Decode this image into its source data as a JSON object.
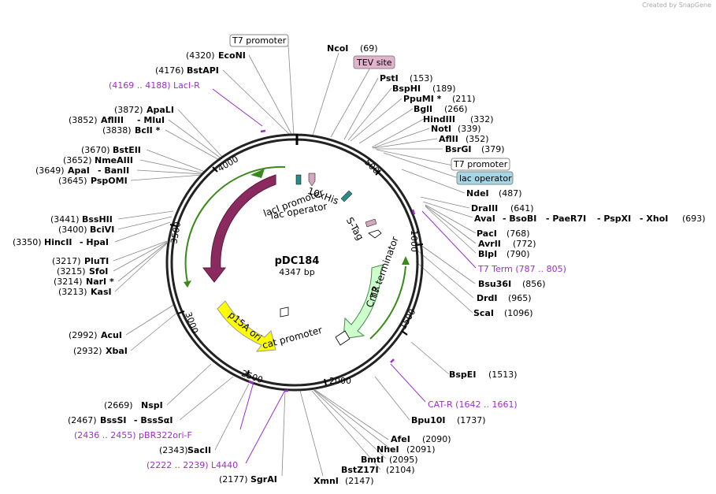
{
  "credit": {
    "created_by": "Created by",
    "brand": "SnapGene"
  },
  "plasmid": {
    "name": "pDC184",
    "size": "4347 bp"
  },
  "ticks": [
    "500",
    "1000",
    "1500",
    "2000",
    "2500",
    "3000",
    "3500",
    "4000"
  ],
  "features": {
    "lacI": "lacI",
    "lacI_promoter": "lacI promoter",
    "lac_operator": "lac operator",
    "his": "10xHis",
    "stag": "S-Tag",
    "t7term": "T7 terminator",
    "cmr": "CmR",
    "cat_promoter": "cat promoter",
    "p15a": "p15A ori"
  },
  "labels": {
    "t7promoter_top": "T7 promoter",
    "ecoNI": "EcoNI",
    "ecoNI_pos": "(4320)",
    "bstAPI": "BstAPI",
    "bstAPI_pos": "(4176)",
    "laciR": "(4169 .. 4188)  LacI-R",
    "apaLI": "ApaLI",
    "apaLI_pos": "(3872)",
    "aflIII": "AflIII",
    "mluI": "- MluI",
    "aflIII_pos": "(3852)",
    "bclI": "BclI *",
    "bclI_pos": "(3838)",
    "bstEII": "BstEII",
    "bstEII_pos": "(3670)",
    "nmeAIII": "NmeAIII",
    "nmeAIII_pos": "(3652)",
    "apaI": "ApaI",
    "banII": "- BanII",
    "apaI_pos": "(3649)",
    "pspOMI": "PspOMI",
    "pspOMI_pos": "(3645)",
    "bssHII": "BssHII",
    "bssHII_pos": "(3441)",
    "bciVI": "BciVI",
    "bciVI_pos": "(3400)",
    "hincII": "HincII",
    "hpaI": "- HpaI",
    "hincII_pos": "(3350)",
    "pluTI": "PluTI",
    "pluTI_pos": "(3217)",
    "sfoI": "SfoI",
    "sfoI_pos": "(3215)",
    "narI": "NarI *",
    "narI_pos": "(3214)",
    "kasI": "KasI",
    "kasI_pos": "(3213)",
    "acuI": "AcuI",
    "acuI_pos": "(2992)",
    "xbaI": "XbaI",
    "xbaI_pos": "(2932)",
    "nspI": "NspI",
    "nspI_pos": "(2669)",
    "bssSI": "BssSI",
    "bssSaI": "- BssSαI",
    "bssSI_pos": "(2467)",
    "pbr": "(2436 .. 2455)  pBR322ori-F",
    "sacII": "SacII",
    "sacII_pos": "(2343)",
    "l4440": "(2222 .. 2239)  L4440",
    "sgrAI": "SgrAI",
    "sgrAI_pos": "(2177)",
    "xmnI": "XmnI",
    "xmnI_pos": "(2147)",
    "bstZ17I": "BstZ17I",
    "bstZ17I_pos": "(2104)",
    "bmtI": "BmtI",
    "bmtI_pos": "(2095)",
    "nheI": "NheI",
    "nheI_pos": "(2091)",
    "afeI": "AfeI",
    "afeI_pos": "(2090)",
    "bpu10I": "Bpu10I",
    "bpu10I_pos": "(1737)",
    "catR": "CAT-R     (1642 .. 1661)",
    "bspEI": "BspEI",
    "bspEI_pos": "(1513)",
    "scaI": "ScaI",
    "scaI_pos": "(1096)",
    "drdI": "DrdI",
    "drdI_pos": "(965)",
    "bsu36I": "Bsu36I",
    "bsu36I_pos": "(856)",
    "t7term_lbl": "T7 Term     (787 .. 805)",
    "blpI": "BlpI",
    "blpI_pos": "(790)",
    "avrII": "AvrII",
    "avrII_pos": "(772)",
    "pacI": "PacI",
    "pacI_pos": "(768)",
    "avaI": "AvaI",
    "bsoBI": "- BsoBI",
    "paeR7I": "- PaeR7I",
    "pspXI": "- PspXI",
    "xhoI": "- XhoI",
    "avaI_pos": "(693)",
    "draIII": "DraIII",
    "draIII_pos": "(641)",
    "ndeI": "NdeI",
    "ndeI_pos": "(487)",
    "lacop_box": "lac operator",
    "t7promoter_right": "T7 promoter",
    "bsrGI": "BsrGI",
    "bsrGI_pos": "(379)",
    "aflII": "AflII",
    "aflII_pos": "(352)",
    "notI": "NotI",
    "notI_pos": "(339)",
    "hindIII": "HindIII",
    "hindIII_pos": "(332)",
    "bglI": "BglI",
    "bglI_pos": "(266)",
    "ppuMI": "PpuMI *",
    "ppuMI_pos": "(211)",
    "bspHI": "BspHI",
    "bspHI_pos": "(189)",
    "pstI": "PstI",
    "pstI_pos": "(153)",
    "tev": "TEV site",
    "ncoI": "NcoI",
    "ncoI_pos": "(69)"
  },
  "colors": {
    "primer": "#9b30c8",
    "lacI": "#8b2a5f",
    "cmr": "#ccffcc",
    "p15a": "#ffff00",
    "lacop": "#a5d7e6",
    "tev": "#e2b3cc",
    "arc": "#3a8a1a"
  }
}
